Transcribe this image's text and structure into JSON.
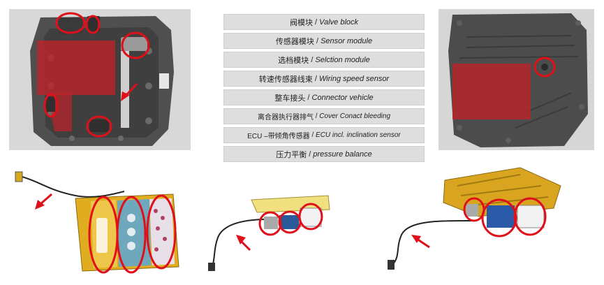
{
  "legend": {
    "items": [
      {
        "zh": "阀模块",
        "en": "Valve block"
      },
      {
        "zh": "传感器模块",
        "en": "Sensor module"
      },
      {
        "zh": "选档模块",
        "en": "Selction module"
      },
      {
        "zh": "转速传感器线束",
        "en": "Wiring speed sensor"
      },
      {
        "zh": "整车接头",
        "en": "Connector vehicle"
      },
      {
        "zh": "离合器执行器排气",
        "en": "Cover Conact bleeding"
      },
      {
        "zh": "ECU –带倾角传感器",
        "en": "ECU incl. inclination sensor"
      },
      {
        "zh": "压力平衡",
        "en": "pressure balance"
      }
    ],
    "separator": " / "
  },
  "colors": {
    "highlight_red": "#c0222a",
    "marker_red": "#e0101a",
    "housing_gray": "#5a5a5a",
    "cad_gold": "#d9a520",
    "cad_blue": "#5aa6d8",
    "legend_bg": "#dedede"
  }
}
